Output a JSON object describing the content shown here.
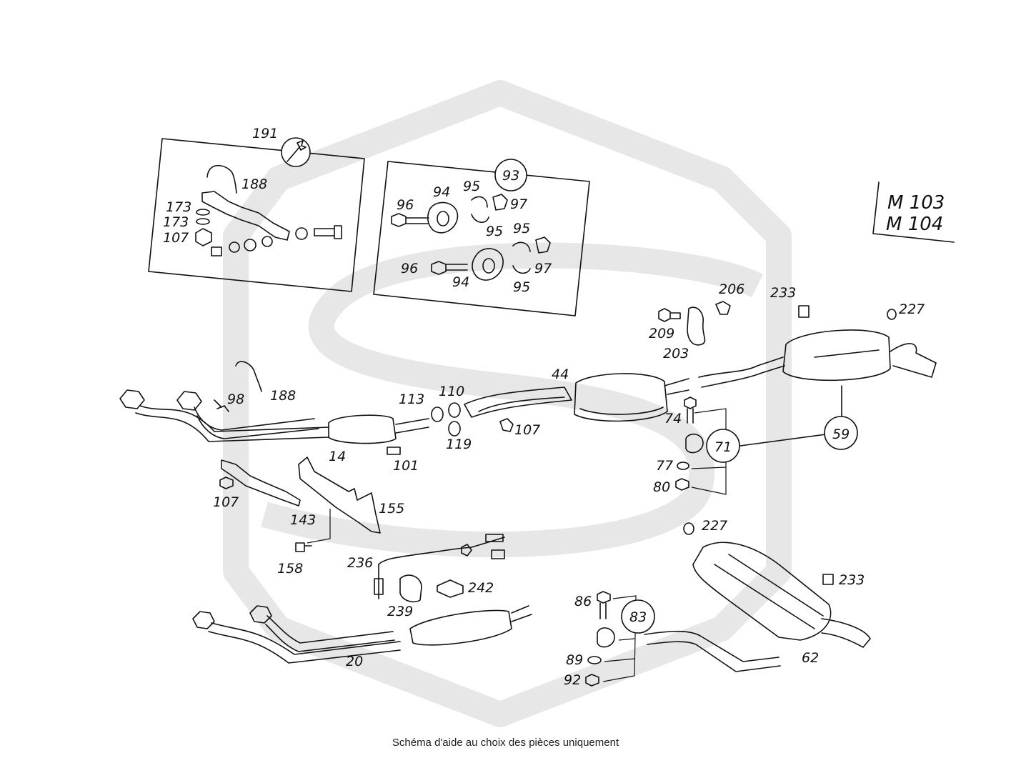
{
  "engine_label": [
    "M 103",
    "M 104"
  ],
  "caption": "Schéma d'aide au choix des pièces uniquement",
  "kit_boxes": {
    "repair_kit": {
      "ref": "191",
      "items": [
        "188",
        "173",
        "173",
        "107"
      ]
    },
    "clamp_kit": {
      "ref": "93",
      "items": [
        "96",
        "94",
        "95",
        "97",
        "95",
        "95",
        "96",
        "94",
        "97",
        "95"
      ]
    }
  },
  "part_numbers": [
    "191",
    "188",
    "173",
    "173",
    "107",
    "93",
    "96",
    "94",
    "95",
    "97",
    "95",
    "95",
    "96",
    "94",
    "97",
    "95",
    "206",
    "233",
    "227",
    "209",
    "203",
    "98",
    "188",
    "113",
    "110",
    "44",
    "14",
    "101",
    "119",
    "107",
    "74",
    "71",
    "59",
    "77",
    "80",
    "107",
    "143",
    "155",
    "158",
    "227",
    "236",
    "242",
    "239",
    "233",
    "86",
    "83",
    "89",
    "92",
    "20",
    "62"
  ],
  "circled_refs": [
    "93",
    "71",
    "59",
    "83"
  ],
  "icons": [
    "wrench-icon"
  ]
}
